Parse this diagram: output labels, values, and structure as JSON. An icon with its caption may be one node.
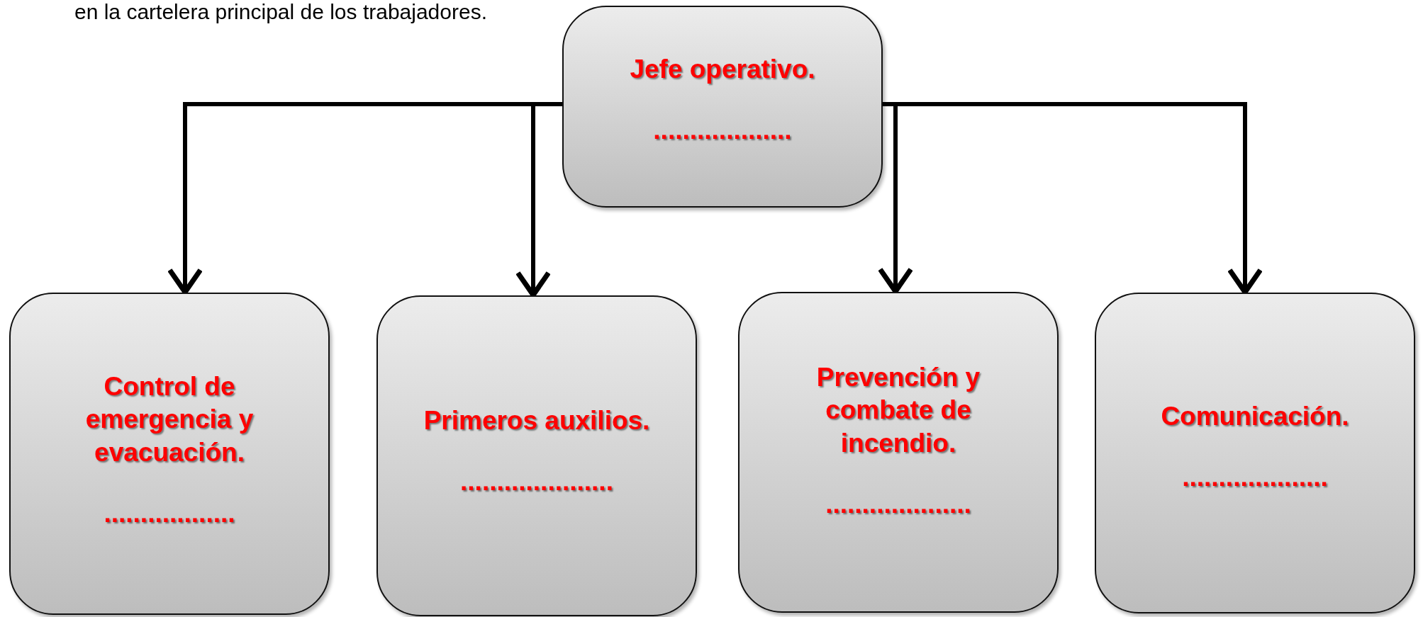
{
  "diagram": {
    "nodes": [
      {
        "text": [
          "Jefe operativo.",
          "..................."
        ]
      },
      {
        "text": [
          "Control de emergencia y evacuación.",
          ".................."
        ]
      },
      {
        "text": [
          "Primeros auxilios.",
          "....................."
        ]
      },
      {
        "text": [
          "Prevención y combate de incendio.",
          "...................."
        ]
      },
      {
        "text": [
          "Comunicación.",
          "...................."
        ]
      }
    ],
    "edges": [
      {
        "from": 0,
        "to": 1,
        "arrow": "to"
      },
      {
        "from": 0,
        "to": 2,
        "arrow": "to"
      },
      {
        "from": 0,
        "to": 3,
        "arrow": "to"
      },
      {
        "from": 0,
        "to": 4,
        "arrow": "to"
      }
    ],
    "labels": [
      "en la cartelera principal de los trabajadores."
    ]
  }
}
